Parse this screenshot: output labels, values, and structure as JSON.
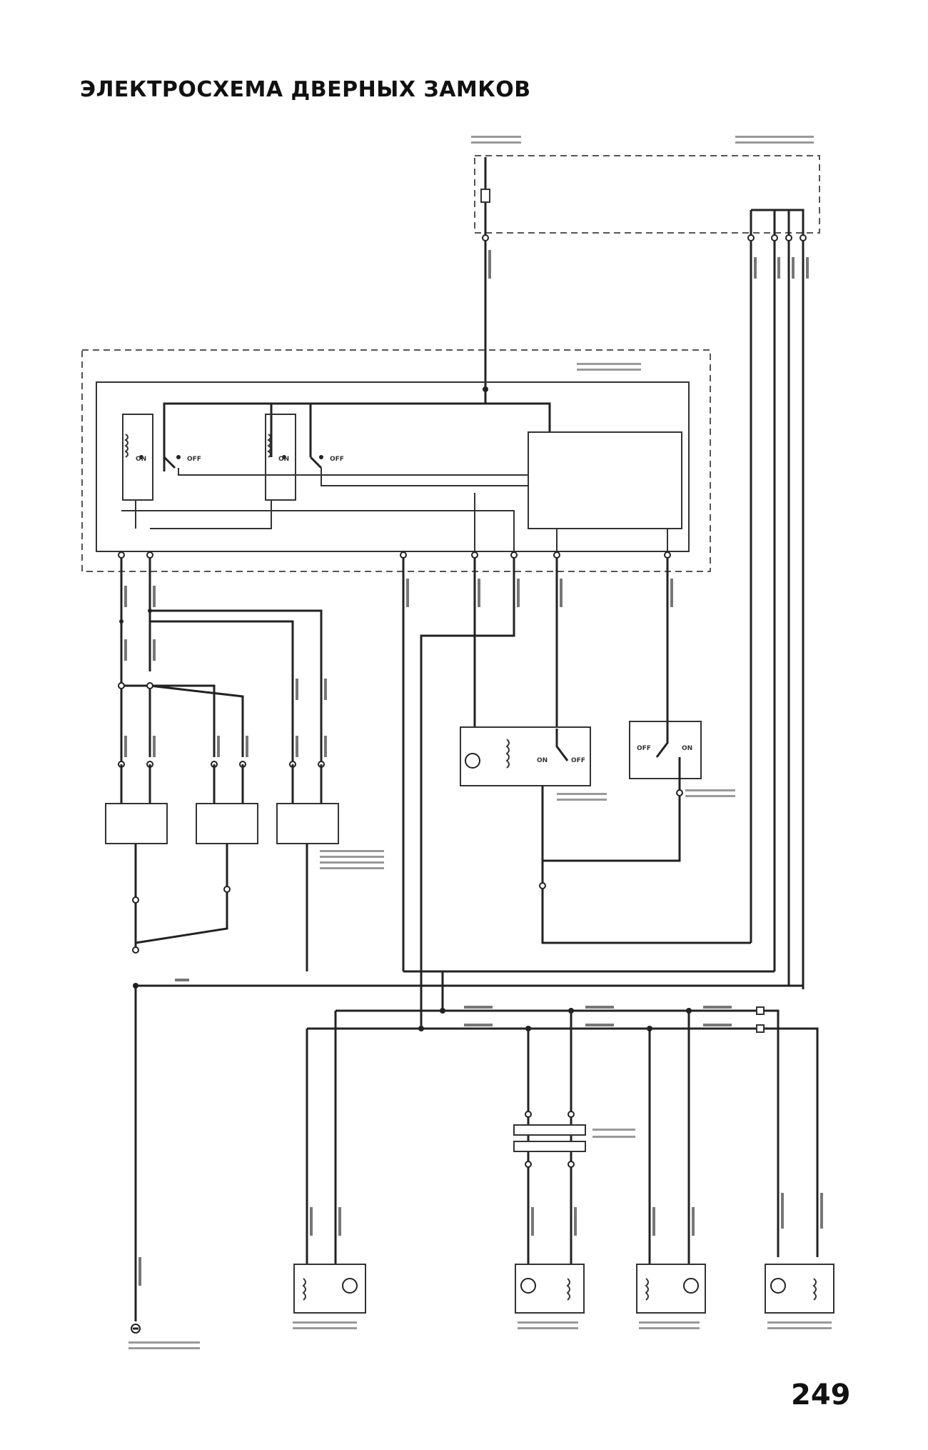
{
  "page": {
    "title": "ЭЛЕКТРОСХЕМА ДВЕРНЫХ ЗАМКОВ",
    "page_number": "249"
  },
  "labels": {
    "on": "ON",
    "off": "OFF"
  }
}
